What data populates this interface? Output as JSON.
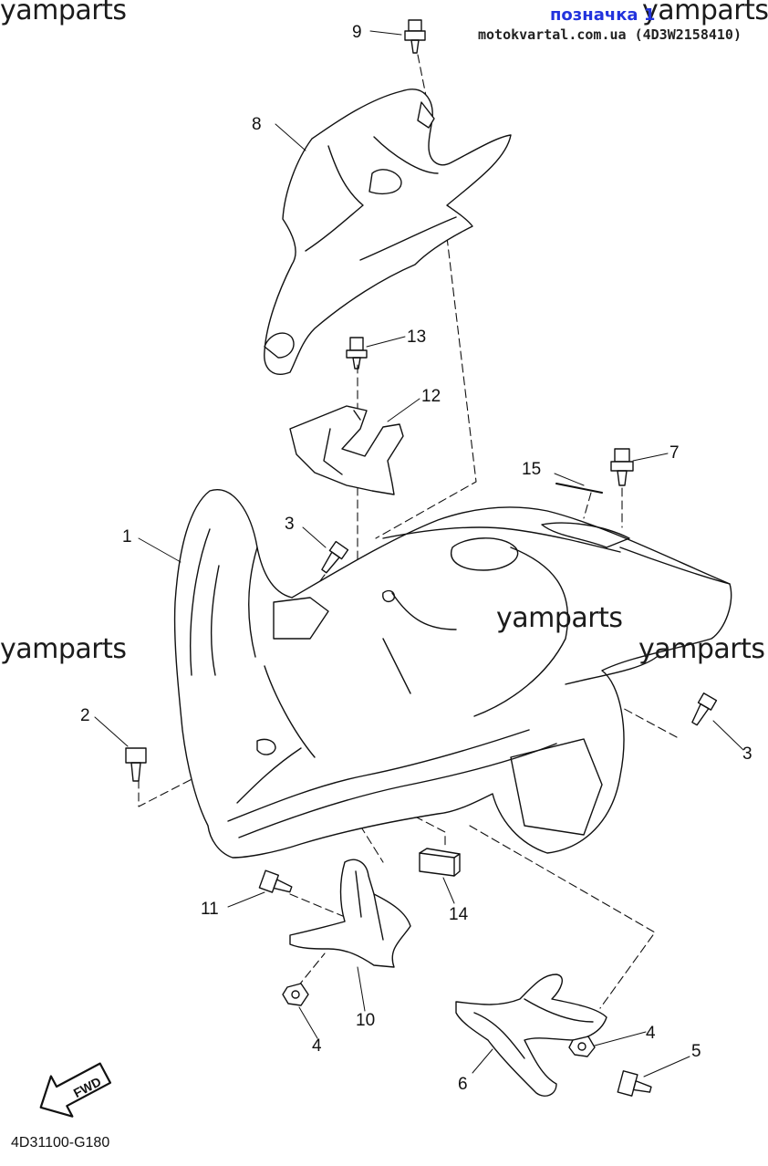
{
  "watermarks": {
    "top_left": "yamparts",
    "top_right": "yamparts",
    "mid_left": "yamparts",
    "mid_center": "yamparts",
    "mid_right": "yamparts"
  },
  "header": {
    "link_label": "позначка 1",
    "site_text": "motokvartal.com.ua (4D3W2158410)"
  },
  "diagram": {
    "code": "4D31100-G180",
    "fwd_label": "FWD",
    "callouts": [
      "1",
      "2",
      "3",
      "3",
      "4",
      "4",
      "5",
      "6",
      "7",
      "8",
      "9",
      "10",
      "11",
      "12",
      "13",
      "14",
      "15"
    ]
  }
}
